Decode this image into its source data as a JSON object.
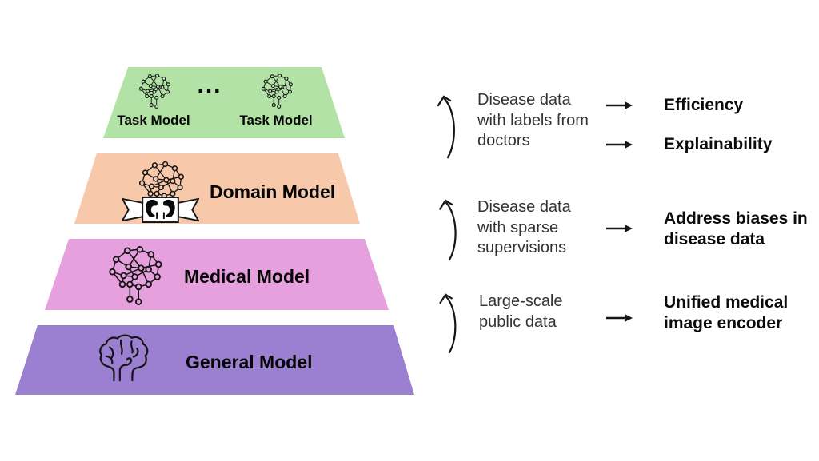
{
  "pyramid": {
    "layers": [
      {
        "name": "task",
        "color": "#b2e2a5",
        "dots": "...",
        "units": [
          {
            "icon": "neural-network-brain-icon",
            "label": "Task Model"
          },
          {
            "icon": "neural-network-brain-icon",
            "label": "Task Model"
          }
        ]
      },
      {
        "name": "domain",
        "color": "#f7c9aa",
        "label": "Domain Model",
        "icons": [
          "neural-network-brain-icon",
          "kidney-banner-icon"
        ]
      },
      {
        "name": "medical",
        "color": "#e5a0dd",
        "label": "Medical Model",
        "icons": [
          "neural-network-brain-icon"
        ]
      },
      {
        "name": "general",
        "color": "#9b80d1",
        "label": "General Model",
        "icons": [
          "brain-outline-icon"
        ]
      }
    ]
  },
  "annotations": [
    {
      "data_text": "Disease data\nwith labels from\ndoctors",
      "results": [
        "Efficiency",
        "Explainability"
      ]
    },
    {
      "data_text": "Disease data\nwith sparse\nsupervisions",
      "results": [
        "Address biases in\ndisease data"
      ]
    },
    {
      "data_text": "Large-scale\npublic data",
      "results": [
        "Unified medical\nimage encoder"
      ]
    }
  ],
  "colors": {
    "arrow": "#151515",
    "body_text": "#333333",
    "bold_text": "#0b0b0b"
  }
}
